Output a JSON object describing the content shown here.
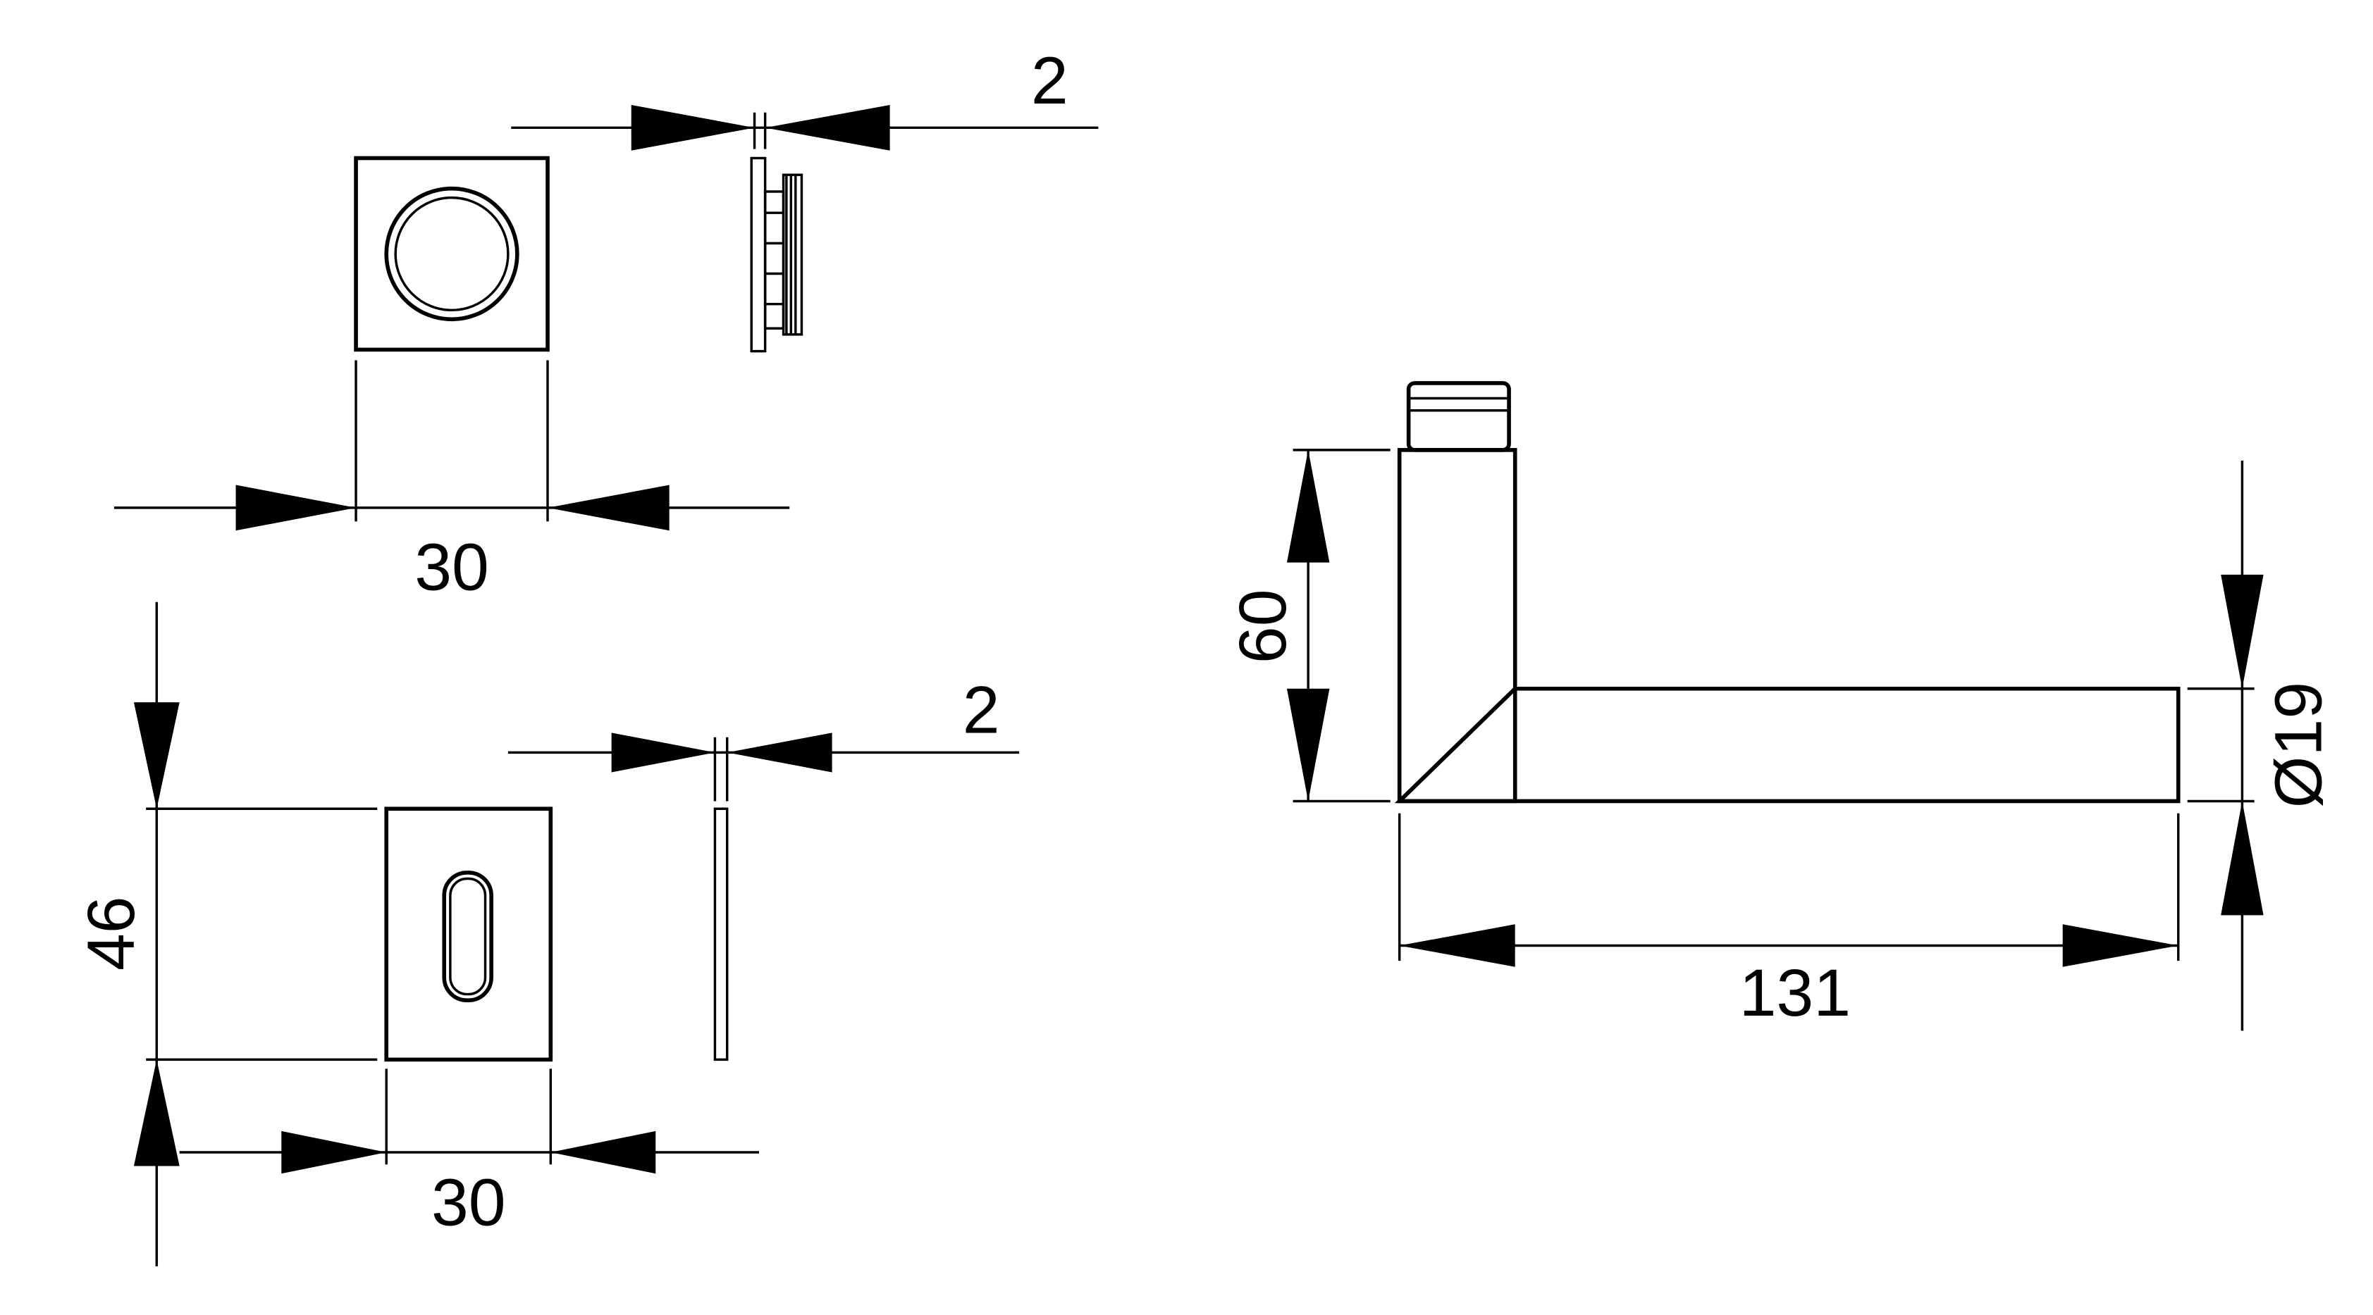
{
  "title": "Lever handle with square rosette and escutcheon - dimensional drawing",
  "rosette": {
    "width_label": "30",
    "thickness_label": "2"
  },
  "escutcheon": {
    "height_label": "46",
    "width_label": "30",
    "thickness_label": "2"
  },
  "handle": {
    "height_label": "60",
    "length_label": "131",
    "diameter_label": "Ø19"
  },
  "colors": {
    "line": "#000000",
    "background": "#ffffff"
  }
}
